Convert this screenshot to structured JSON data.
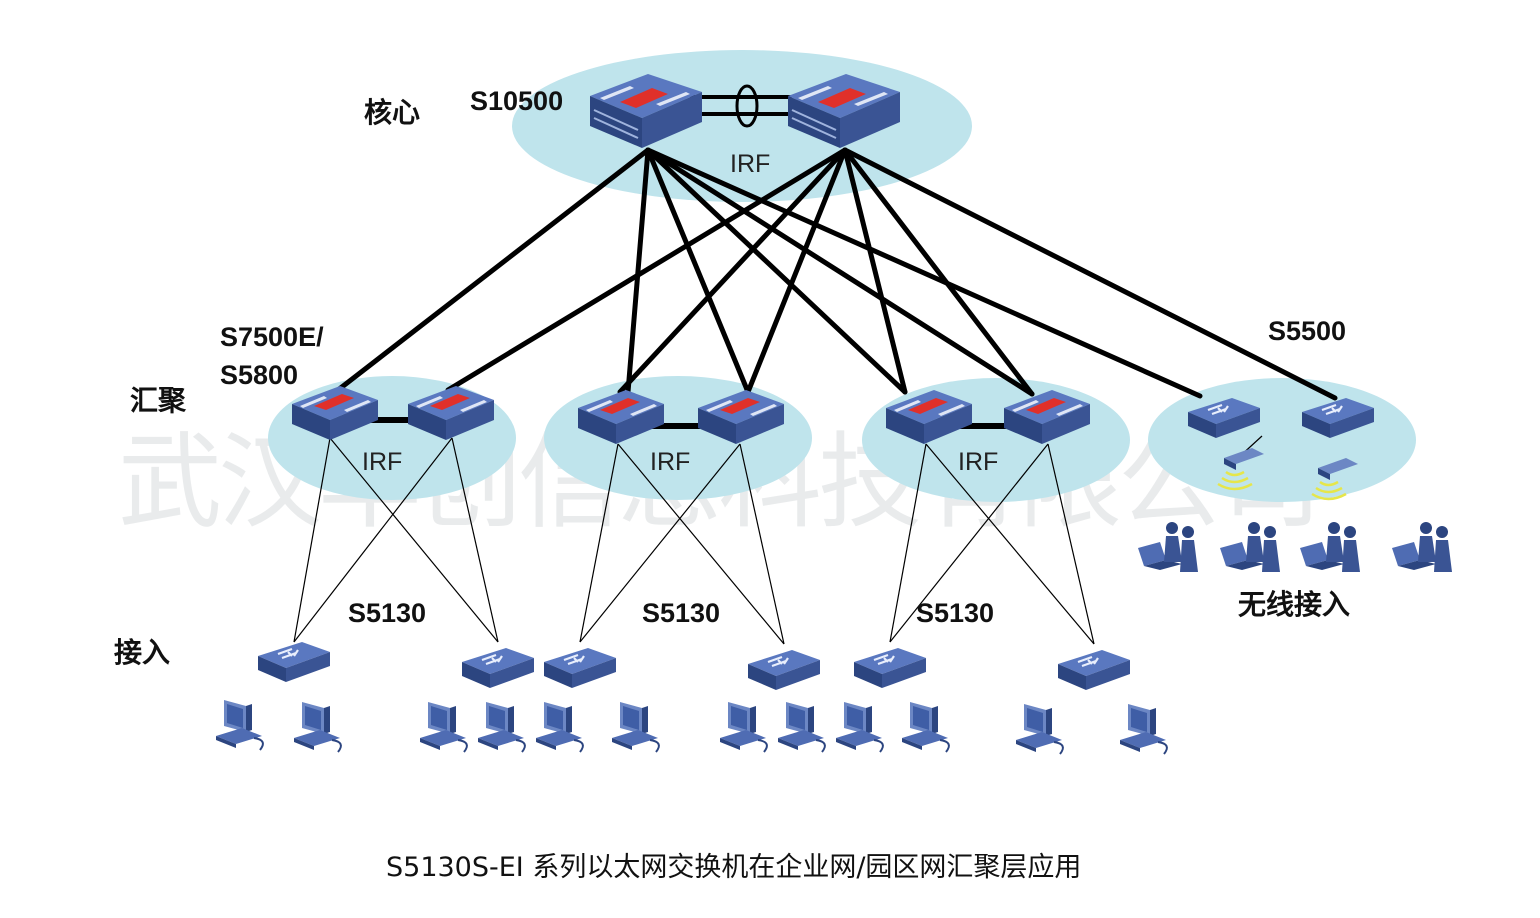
{
  "tiers": {
    "core": "核心",
    "aggregation": "汇聚",
    "access": "接入"
  },
  "devices": {
    "core": "S10500",
    "aggregation": "S7500E/\nS5800",
    "s5500": "S5500",
    "access_1": "S5130",
    "access_2": "S5130",
    "access_3": "S5130"
  },
  "irf": {
    "core": "IRF",
    "agg_1": "IRF",
    "agg_2": "IRF",
    "agg_3": "IRF"
  },
  "wireless_access": "无线接入",
  "watermark": "武汉华创信息科技有限公司",
  "caption": "S5130S-EI 系列以太网交换机在企业网/园区网汇聚层应用",
  "colors": {
    "ellipse": "#bfe4ec",
    "switch_top": "#4a68b0",
    "switch_side": "#2c4580",
    "switch_accent": "#e0302a",
    "link": "#000000"
  }
}
